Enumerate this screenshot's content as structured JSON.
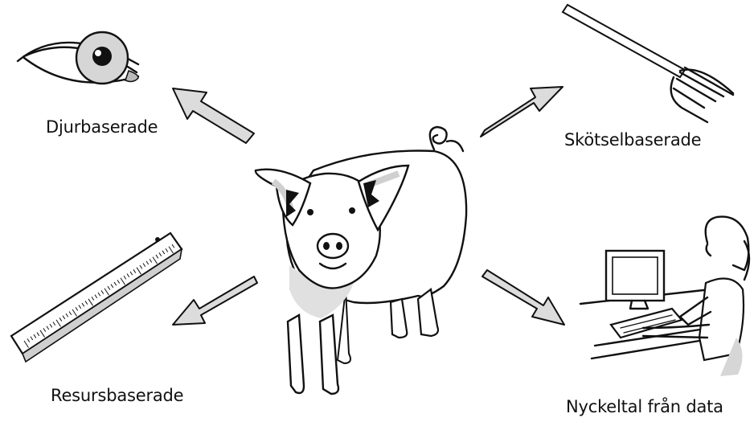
{
  "labels": {
    "animal_based": "Djurbaserade",
    "management_based": "Skötselbaserade",
    "resource_based": "Resursbaserade",
    "key_figures": "Nyckeltal från data"
  },
  "icons": {
    "center": "pig-icon",
    "top_left": "eye-icon",
    "top_right": "pitchfork-icon",
    "bottom_left": "ruler-icon",
    "bottom_right": "computer-user-icon"
  },
  "colors": {
    "stroke": "#111111",
    "arrow_fill": "#dcdcdc",
    "shade": "#d9d9d9"
  }
}
